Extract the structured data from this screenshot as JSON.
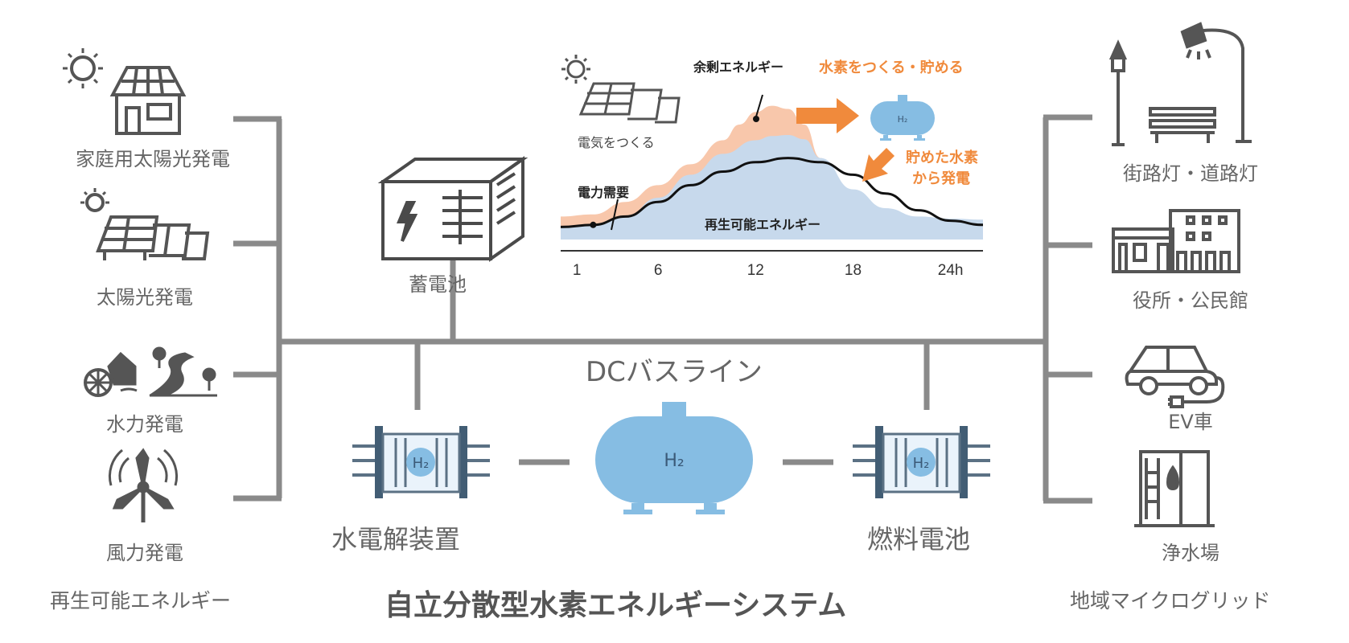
{
  "sources": {
    "items": [
      {
        "label": "家庭用太陽光発電",
        "icon": "house-solar-icon"
      },
      {
        "label": "太陽光発電",
        "icon": "solar-panel-icon"
      },
      {
        "label": "水力発電",
        "icon": "hydro-power-icon"
      },
      {
        "label": "風力発電",
        "icon": "wind-turbine-icon"
      }
    ],
    "group_label": "再生可能エネルギー"
  },
  "consumers": {
    "items": [
      {
        "label": "街路灯・道路灯",
        "icon": "street-light-icon"
      },
      {
        "label": "役所・公民館",
        "icon": "public-building-icon"
      },
      {
        "label": "EV車",
        "icon": "ev-car-icon"
      },
      {
        "label": "浄水場",
        "icon": "water-plant-icon"
      }
    ],
    "group_label": "地域マイクログリッド"
  },
  "center": {
    "battery_label": "蓄電池",
    "bus_label": "DCバスライン",
    "electrolyzer_label": "水電解装置",
    "fuel_cell_label": "燃料電池",
    "h2_symbol": "H₂",
    "title": "自立分散型水素エネルギーシステム"
  },
  "chart": {
    "generate_label": "電気をつくる",
    "surplus_label": "余剰エネルギー",
    "store_label": "水素をつくる・貯める",
    "regen_line1": "貯めた水素",
    "regen_line2": "から発電",
    "demand_label": "電力需要",
    "renewable_label": "再生可能エネルギー"
  },
  "chart_data": {
    "type": "area",
    "x_tick_labels": [
      "1",
      "6",
      "12",
      "18",
      "24h"
    ],
    "x_ticks": [
      1,
      6,
      12,
      18,
      24
    ],
    "xlim": [
      0,
      26
    ],
    "ylim": [
      0,
      1
    ],
    "series": [
      {
        "name": "再生可能エネルギー",
        "x": [
          0,
          2,
          4,
          6,
          8,
          10,
          12,
          13,
          14,
          15,
          16,
          18,
          20,
          22,
          24,
          26
        ],
        "y": [
          0.12,
          0.14,
          0.22,
          0.4,
          0.62,
          0.82,
          0.95,
          0.99,
          1.0,
          0.96,
          0.78,
          0.48,
          0.3,
          0.22,
          0.2,
          0.19
        ]
      },
      {
        "name": "余剰エネルギー",
        "x": [
          0,
          2,
          4,
          6,
          8,
          10,
          11,
          12,
          13,
          14,
          15,
          16,
          17
        ],
        "y": [
          0.22,
          0.24,
          0.36,
          0.52,
          0.72,
          0.95,
          1.1,
          1.22,
          1.28,
          1.25,
          1.1,
          0.78,
          0.62
        ]
      },
      {
        "name": "電力需要",
        "x": [
          0,
          2,
          4,
          6,
          8,
          10,
          12,
          14,
          16,
          18,
          20,
          22,
          24,
          26
        ],
        "y": [
          0.12,
          0.14,
          0.22,
          0.36,
          0.52,
          0.65,
          0.74,
          0.78,
          0.74,
          0.62,
          0.44,
          0.28,
          0.18,
          0.14
        ]
      }
    ],
    "colors": {
      "renewable": "#c7d9ec",
      "surplus": "#f8c7ab",
      "demand_line": "#111111",
      "accent": "#f08a3c",
      "h2_blue": "#86bde3",
      "frame": "#4a4a4a",
      "bus": "#8a8a8a"
    }
  }
}
